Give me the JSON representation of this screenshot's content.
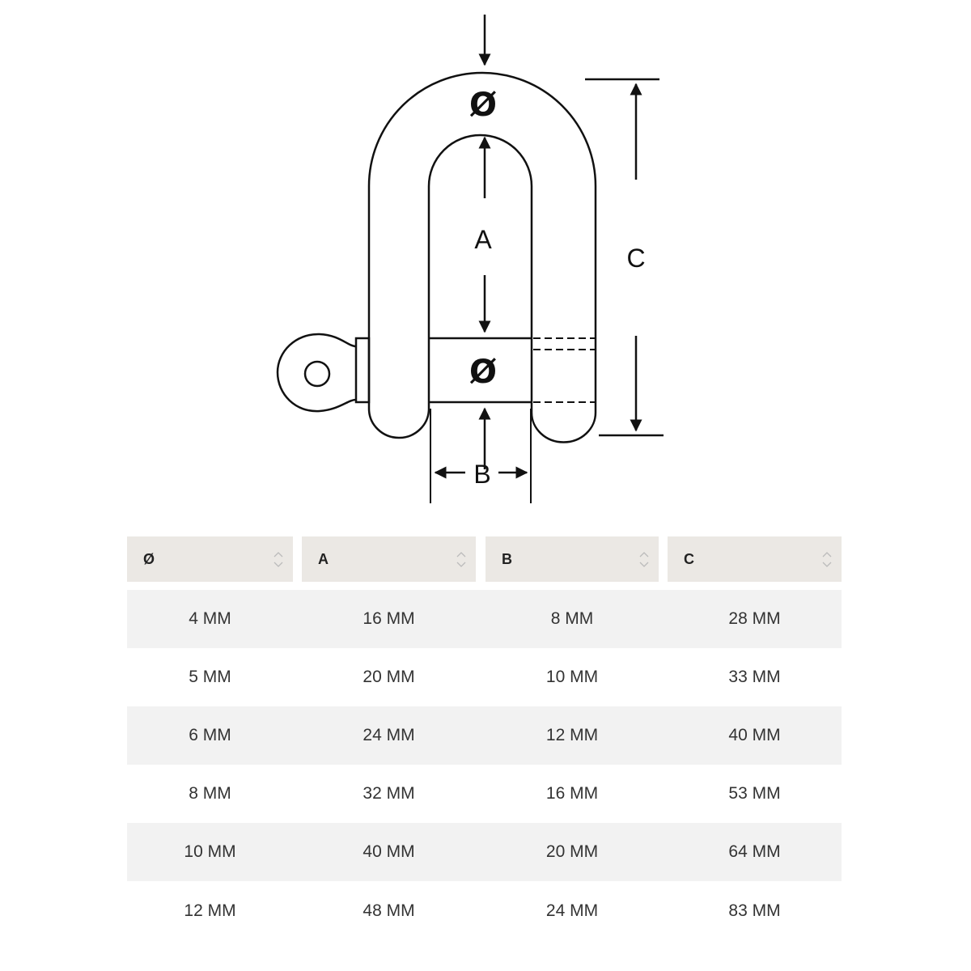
{
  "diagram": {
    "labels": {
      "diameter_top": "Ø",
      "diameter_pin": "Ø",
      "a": "A",
      "b": "B",
      "c": "C"
    }
  },
  "table": {
    "headers": [
      "Ø",
      "A",
      "B",
      "C"
    ],
    "rows": [
      [
        "4 MM",
        "16 MM",
        "8 MM",
        "28 MM"
      ],
      [
        "5 MM",
        "20 MM",
        "10 MM",
        "33 MM"
      ],
      [
        "6 MM",
        "24 MM",
        "12 MM",
        "40 MM"
      ],
      [
        "8 MM",
        "32 MM",
        "16 MM",
        "53 MM"
      ],
      [
        "10 MM",
        "40 MM",
        "20 MM",
        "64 MM"
      ],
      [
        "12 MM",
        "48 MM",
        "24 MM",
        "83 MM"
      ]
    ]
  }
}
